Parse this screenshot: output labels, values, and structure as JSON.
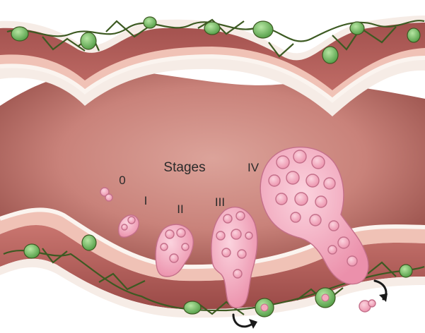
{
  "figure": {
    "title": "Stages",
    "stages": [
      {
        "label": "0"
      },
      {
        "label": "I"
      },
      {
        "label": "II"
      },
      {
        "label": "III"
      },
      {
        "label": "IV"
      }
    ]
  },
  "colors": {
    "lumen": "#c9827a",
    "wall_muscle": "#b8625e",
    "mucosa_band": "#f0c2b6",
    "serosa": "#f6ece6",
    "lymph_node": "#7cc36a",
    "vessel": "#3d5a22",
    "polyp": "#f4a9bd",
    "polyp_outline": "#c46f8a"
  },
  "icons": [
    "curved-arrow-icon"
  ]
}
